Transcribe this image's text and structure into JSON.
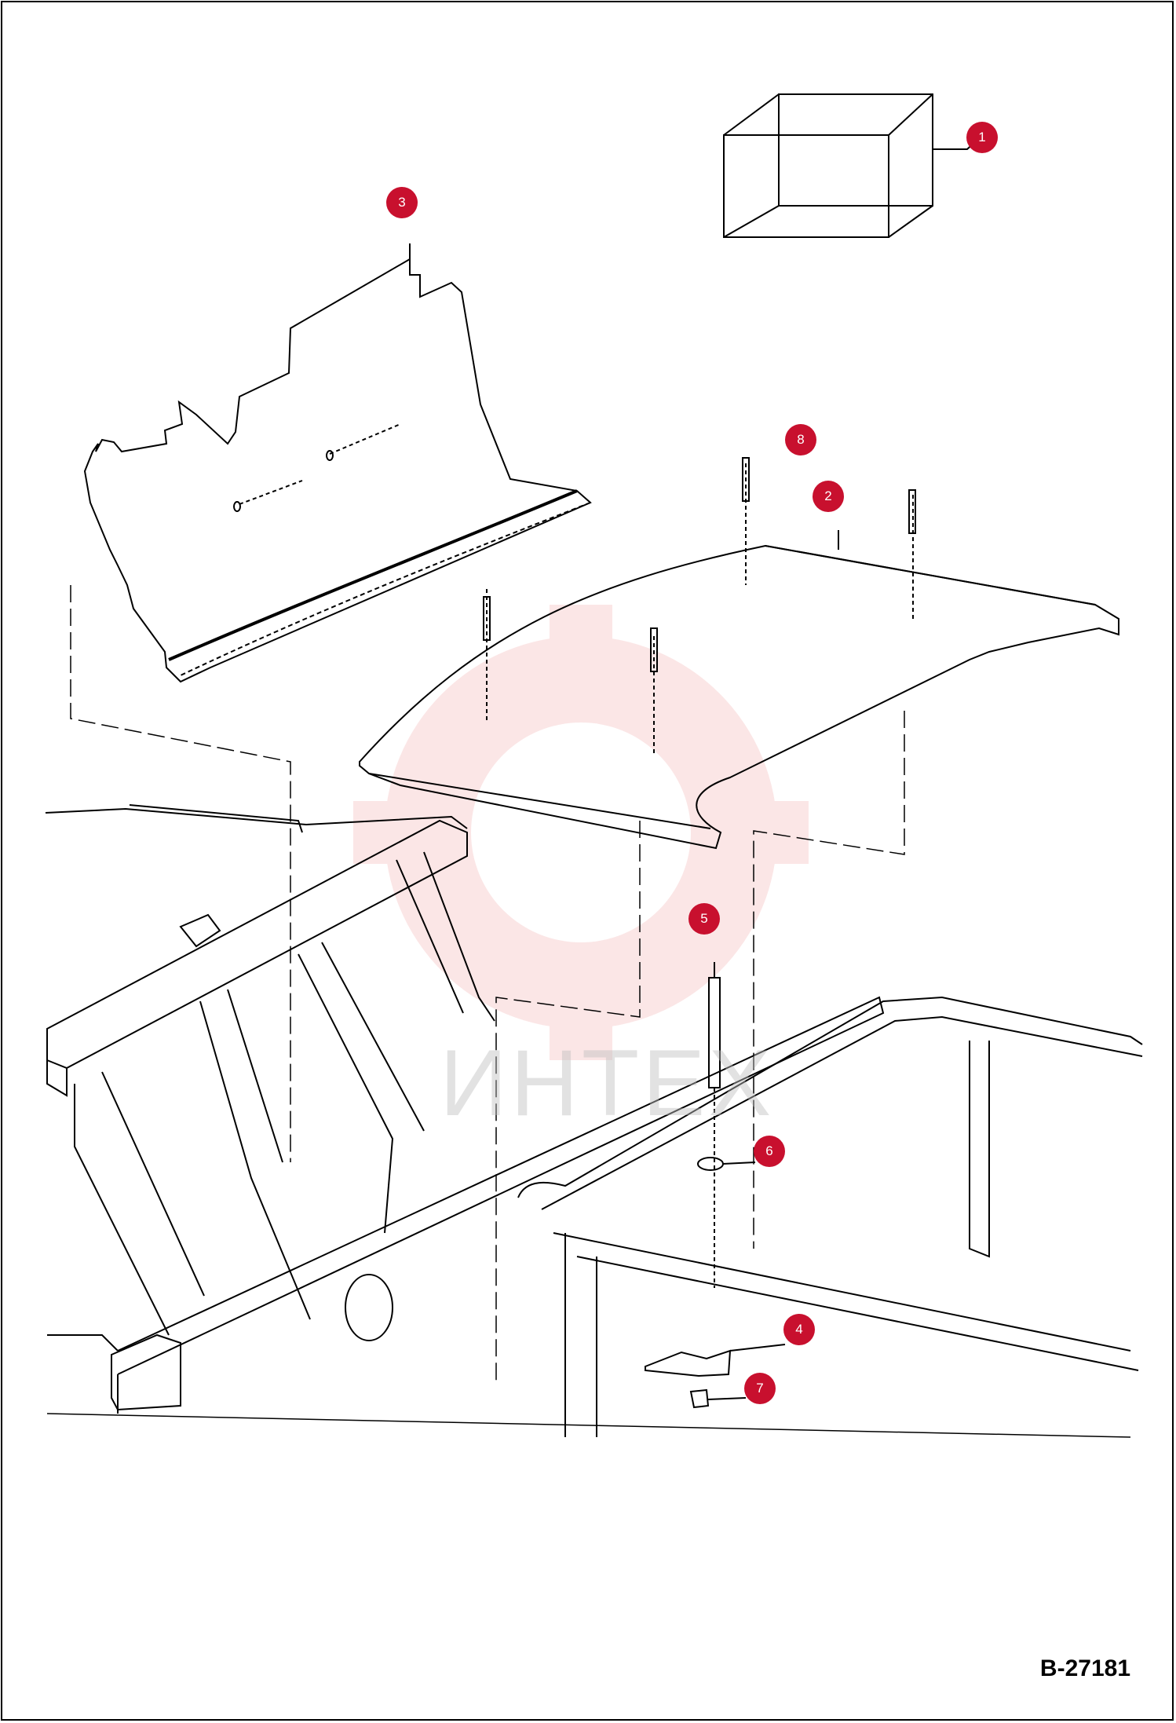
{
  "figure": {
    "reference_code": "B-27181",
    "watermark_text": "ИНТЕХ",
    "callout_color": "#c8102e"
  },
  "callouts": [
    {
      "id": "1",
      "label": "1"
    },
    {
      "id": "2",
      "label": "2"
    },
    {
      "id": "3",
      "label": "3"
    },
    {
      "id": "4",
      "label": "4"
    },
    {
      "id": "5",
      "label": "5"
    },
    {
      "id": "6",
      "label": "6"
    },
    {
      "id": "7",
      "label": "7"
    },
    {
      "id": "8",
      "label": "8"
    }
  ]
}
